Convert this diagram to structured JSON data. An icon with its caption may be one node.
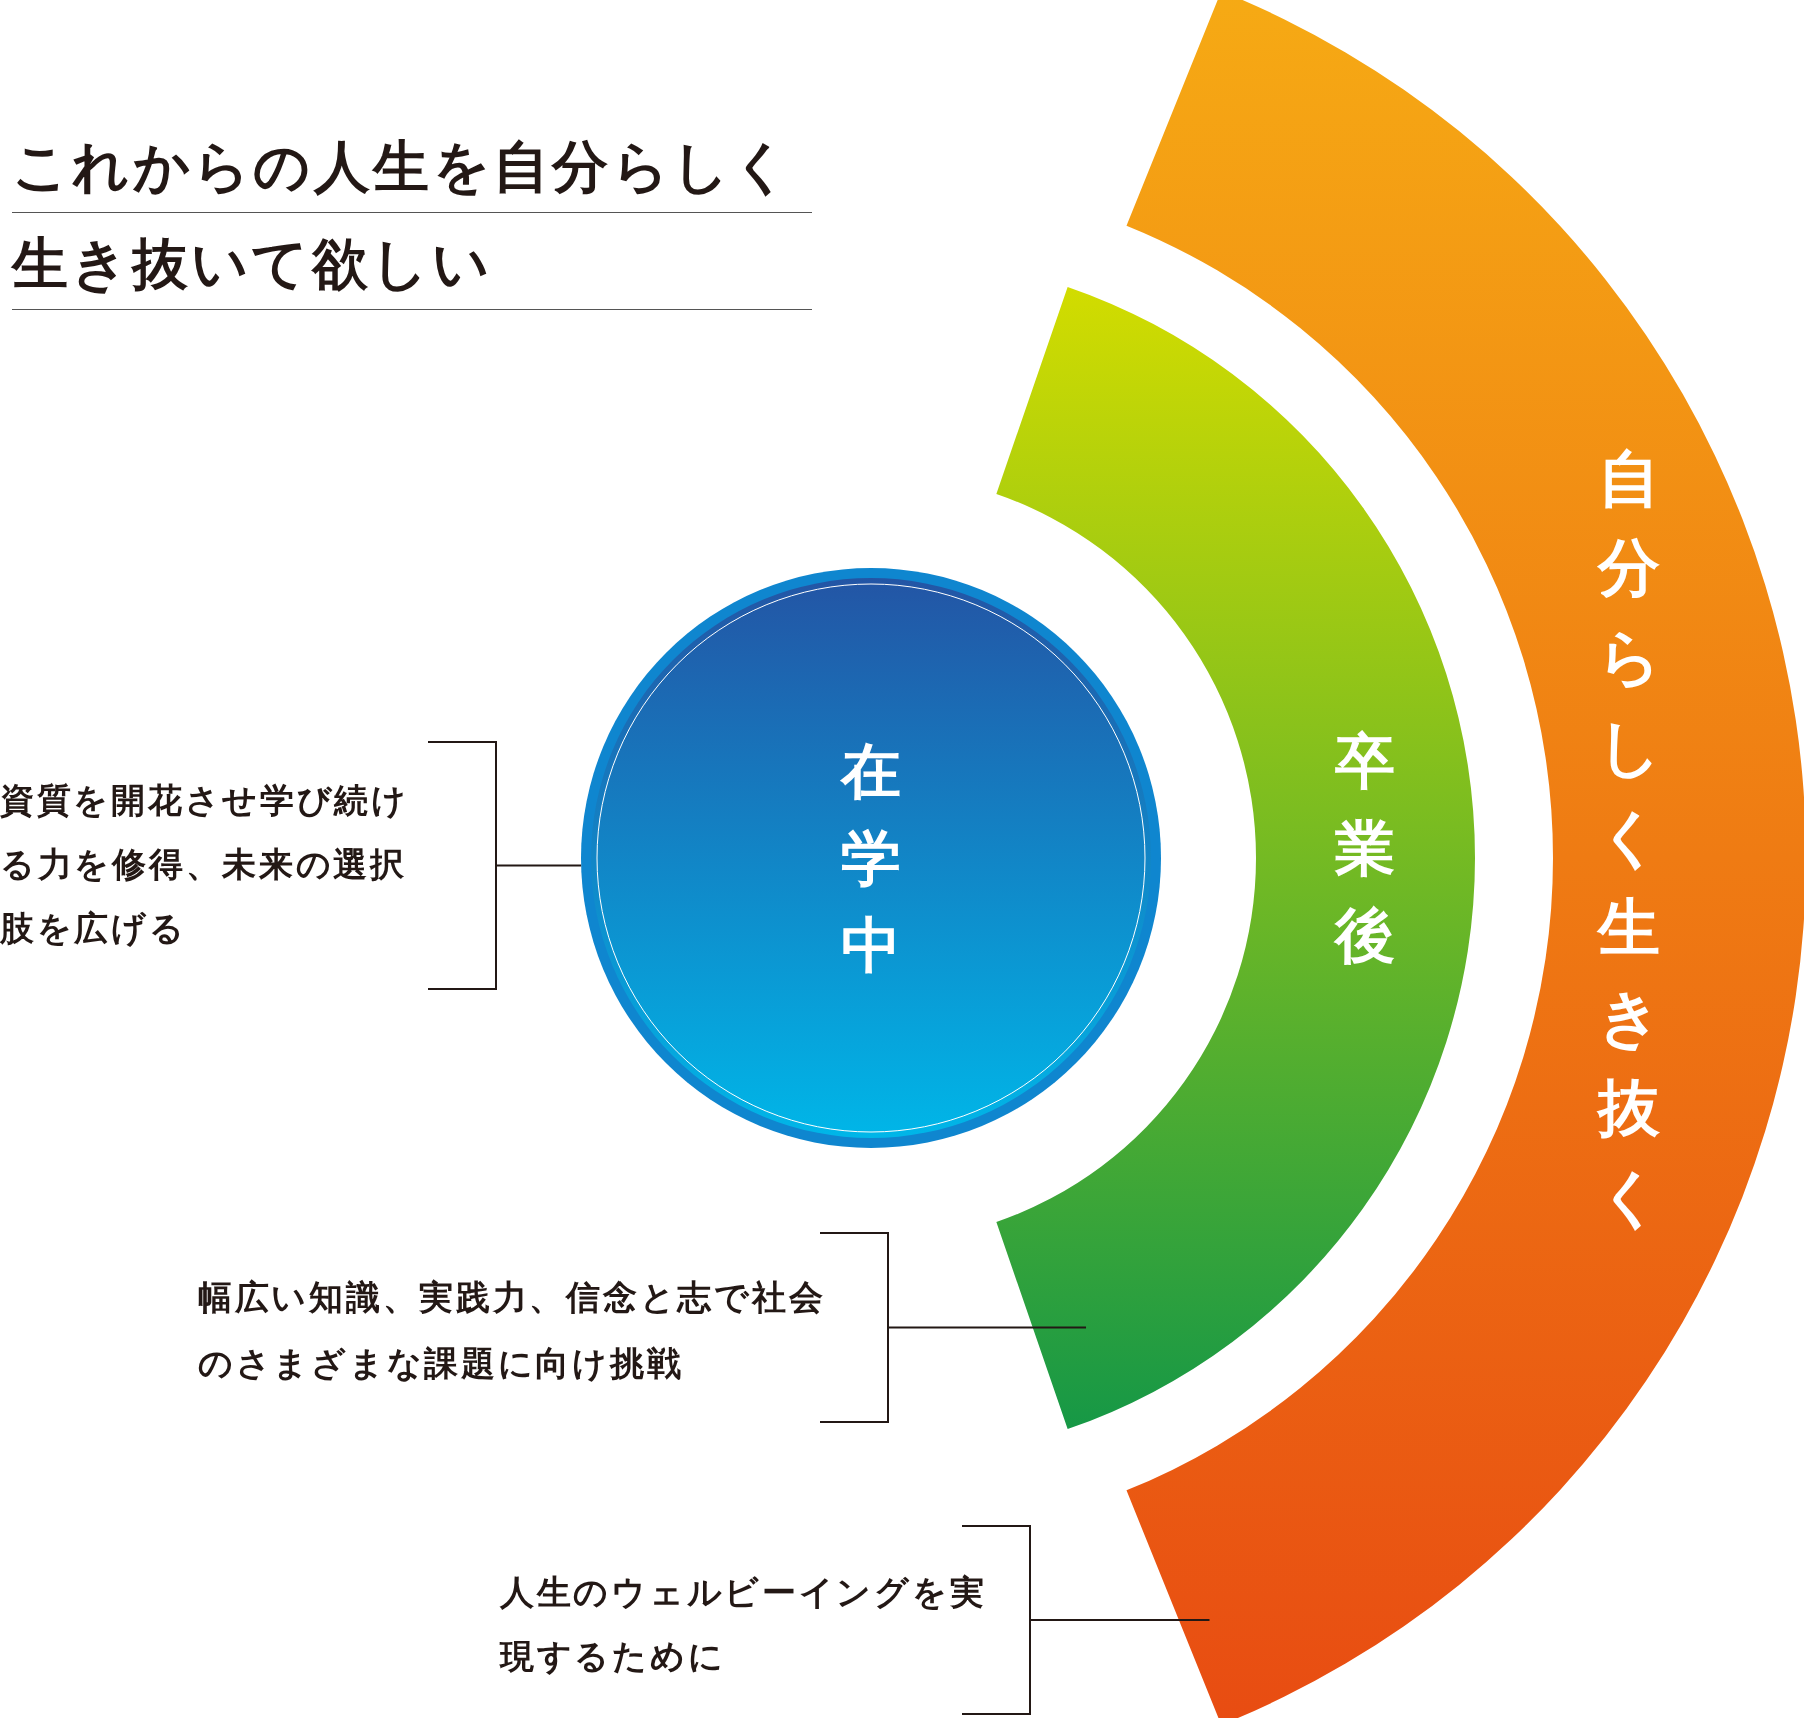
{
  "diagram": {
    "title": "これからの人生を自分らしく生き抜いて欲しい",
    "nodes": [
      {
        "text": [
          "在学中"
        ]
      },
      {
        "text": [
          "卒業後"
        ]
      },
      {
        "text": [
          "自分らしく生き抜く"
        ]
      },
      {
        "text": [
          "資質を開花させ学び続ける力を修得、未来の選択肢を広げる"
        ]
      },
      {
        "text": [
          "幅広い知識、実践力、信念と志で社会のさまざまな課題に向け挑戦"
        ]
      },
      {
        "text": [
          "人生のウェルビーイングを実現するために"
        ]
      }
    ],
    "edges": [
      {
        "from": 3,
        "to": 0,
        "arrow": "none"
      },
      {
        "from": 4,
        "to": 1,
        "arrow": "none"
      },
      {
        "from": 5,
        "to": 2,
        "arrow": "none"
      }
    ]
  }
}
